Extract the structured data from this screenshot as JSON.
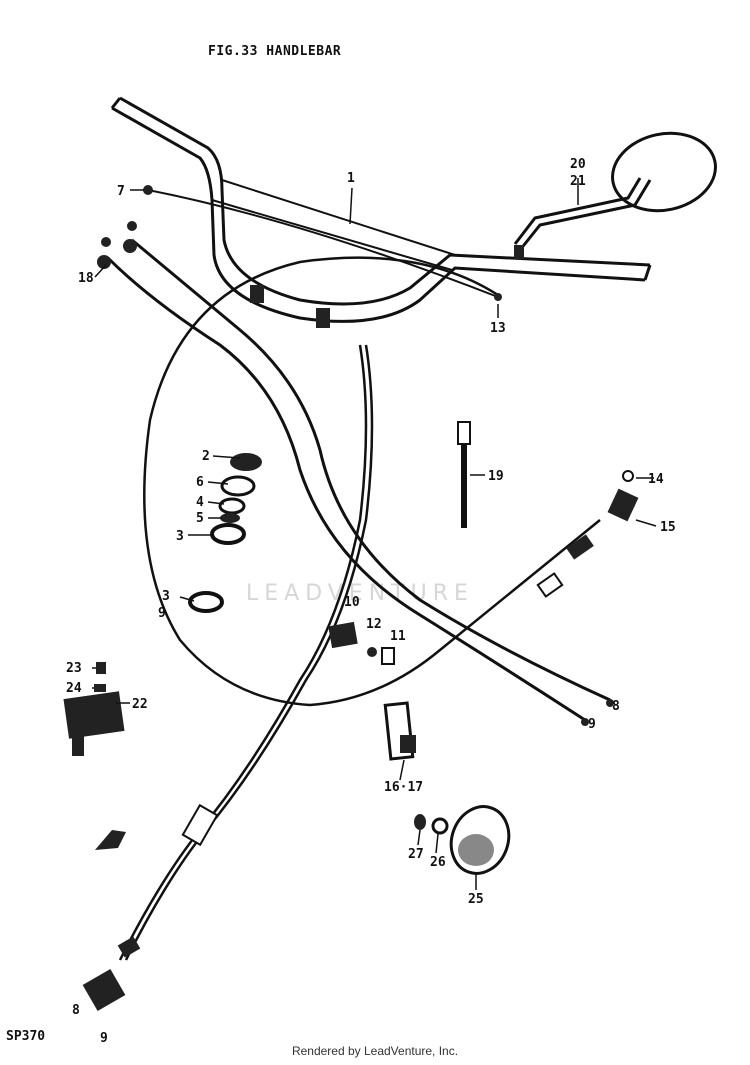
{
  "figure": {
    "title": "FIG.33  HANDLEBAR",
    "code": "SP370"
  },
  "watermark": "LEADVENTURE",
  "footer": "Rendered by LeadVenture, Inc.",
  "callouts": {
    "c1": "1",
    "c2": "2",
    "c3a": "3",
    "c3b": "3",
    "c4": "4",
    "c5": "5",
    "c6": "6",
    "c7": "7",
    "c8a": "8",
    "c8b": "8",
    "c9a": "9",
    "c9b": "9",
    "c9c": "9",
    "c10": "10",
    "c11": "11",
    "c12": "12",
    "c13": "13",
    "c14": "14",
    "c15": "15",
    "c1617": "16·17",
    "c18": "18",
    "c19": "19",
    "c2021a": "20",
    "c2021b": "21",
    "c22": "22",
    "c23": "23",
    "c24": "24",
    "c25": "25",
    "c26": "26",
    "c27": "27"
  }
}
